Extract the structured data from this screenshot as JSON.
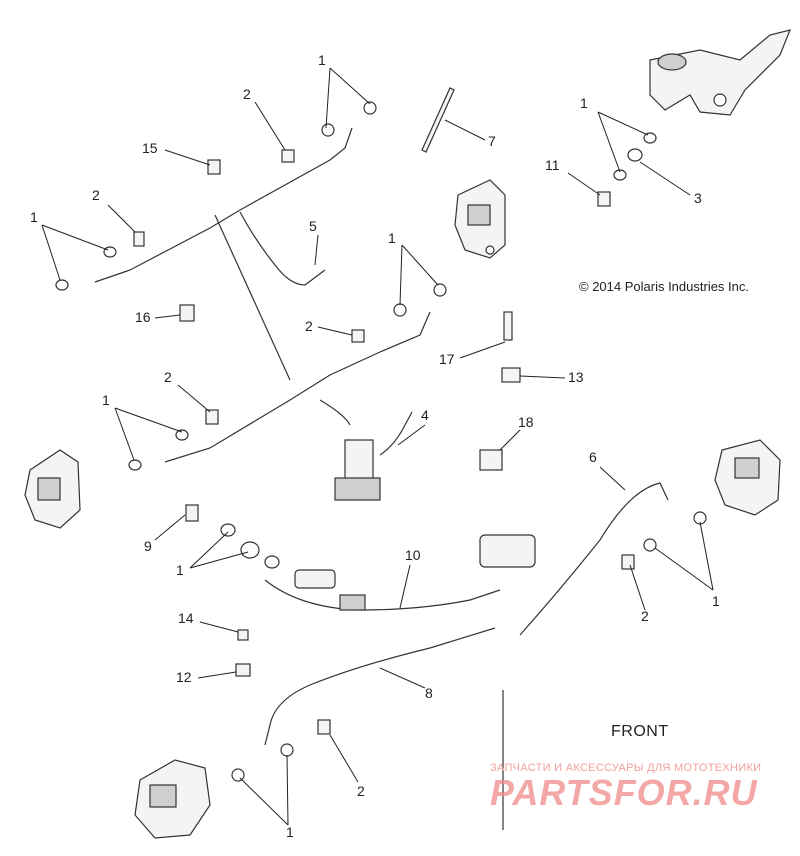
{
  "copyright": "© 2014 Polaris Industries Inc.",
  "front_label": "FRONT",
  "watermark": {
    "line": "ЗАПЧАСТИ И АКСЕССУАРЫ ДЛЯ МОТОТЕХНИКИ",
    "logo": "PARTSFOR.RU"
  },
  "callouts": [
    "1",
    "2",
    "15",
    "2",
    "1",
    "7",
    "1",
    "11",
    "3",
    "5",
    "1",
    "16",
    "2",
    "17",
    "13",
    "2",
    "1",
    "4",
    "18",
    "6",
    "9",
    "1",
    "10",
    "14",
    "12",
    "8",
    "2",
    "2",
    "1",
    "1"
  ]
}
